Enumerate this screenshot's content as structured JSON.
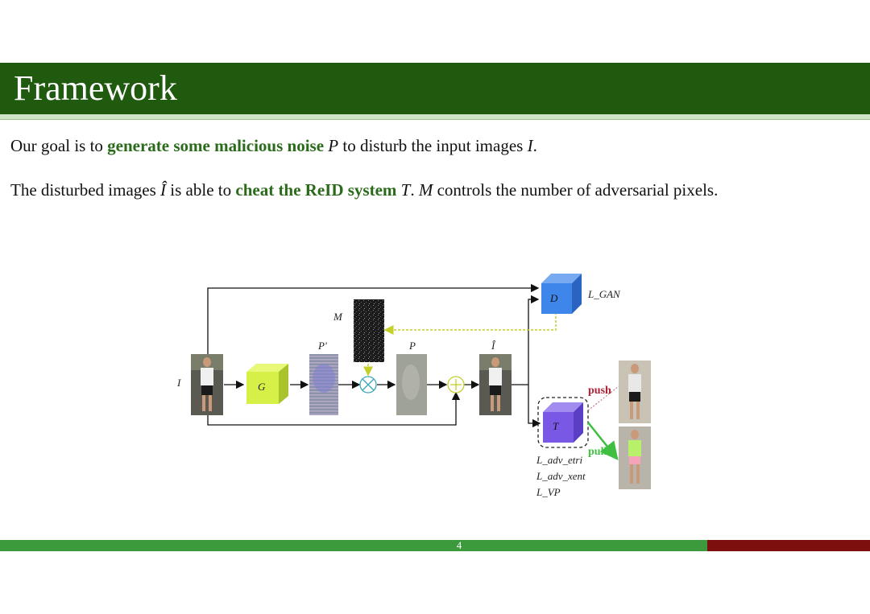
{
  "slide": {
    "title": "Framework",
    "page_number": "4"
  },
  "text": {
    "line1": {
      "a": "Our goal is to ",
      "b": "generate some malicious noise",
      "c": " ",
      "d": "P",
      "e": " to disturb the input images ",
      "f": "I",
      "g": "."
    },
    "line2": {
      "a": "The disturbed images ",
      "b": "Î",
      "c": " is able to ",
      "d": "cheat the ReID system",
      "e": " ",
      "f": "T",
      "g": ". ",
      "h": "M",
      "i": " controls the number of adversarial pixels."
    }
  },
  "diagram": {
    "input_label": "I",
    "mask_label": "M",
    "generator_label": "G",
    "p_prime_label": "P'",
    "p_label": "P",
    "i_hat_label": "Î",
    "discriminator_label": "D",
    "target_label": "T",
    "loss_gan": "L_GAN",
    "loss_adv_etri": "L_adv_etri",
    "loss_adv_xent": "L_adv_xent",
    "loss_vp": "L_VP",
    "push_label": "push",
    "pull_label": "pull"
  },
  "colors": {
    "title_bar": "#1f5a0f",
    "highlight": "#2a6b1a",
    "generator": "#d6f047",
    "discriminator": "#3f86ea",
    "target": "#7a58e6",
    "push": "#b02038",
    "pull": "#3fbf40",
    "footer_green": "#3c9a3c",
    "footer_red": "#7d0f0f"
  }
}
